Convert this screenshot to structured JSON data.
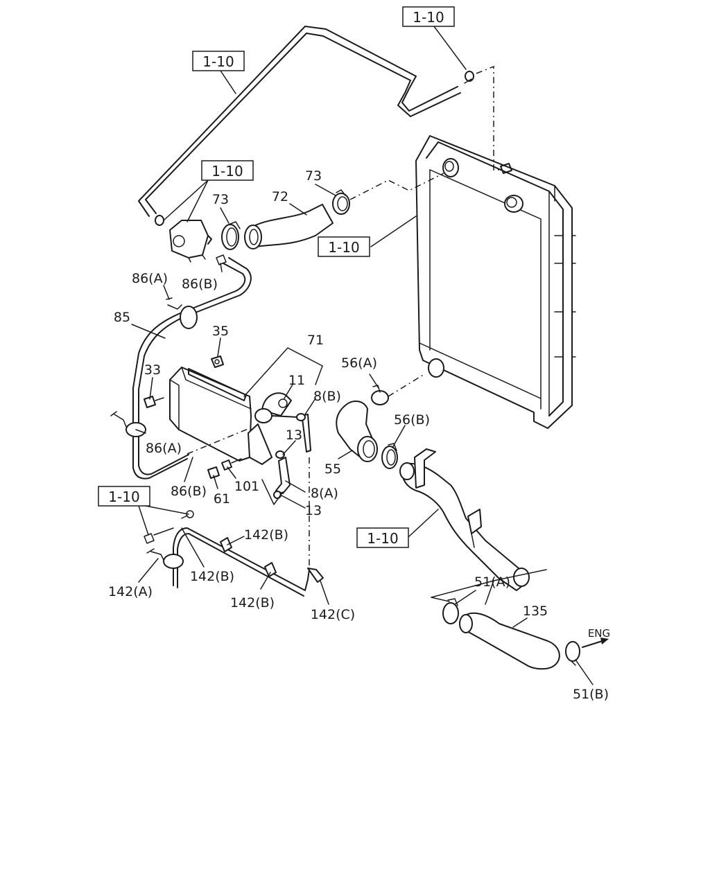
{
  "refs": {
    "r1": "1-10",
    "r2": "1-10",
    "r3": "1-10",
    "r4": "1-10",
    "r5": "1-10",
    "r6": "1-10"
  },
  "parts": {
    "p73a": "73",
    "p73b": "73",
    "p72": "72",
    "p86a_top": "86(A)",
    "p86b_top": "86(B)",
    "p85": "85",
    "p35": "35",
    "p33": "33",
    "p71": "71",
    "p11": "11",
    "p8b": "8(B)",
    "p13a": "13",
    "p86a_mid": "86(A)",
    "p86b_mid": "86(B)",
    "p61": "61",
    "p101": "101",
    "p8a": "8(A)",
    "p13b": "13",
    "p56a": "56(A)",
    "p56b": "56(B)",
    "p55": "55",
    "p142b_1": "142(B)",
    "p142b_2": "142(B)",
    "p142a": "142(A)",
    "p142b_3": "142(B)",
    "p142c": "142(C)",
    "p51a": "51(A)",
    "p135": "135",
    "p51b": "51(B)"
  },
  "eng_label": "ENG"
}
